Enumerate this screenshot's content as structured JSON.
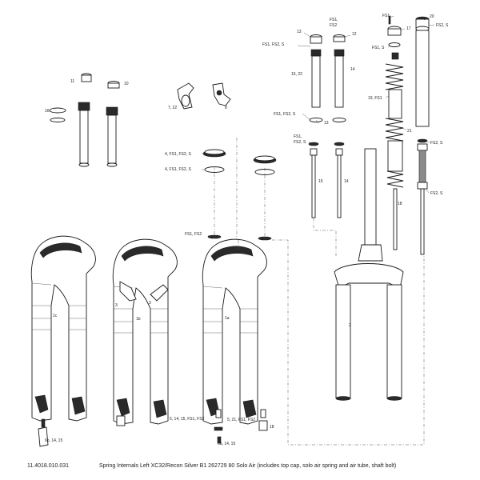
{
  "caption": {
    "part_number": "11.4018.010.031",
    "description": "Spring Internals Left XC32/Recon Silver B1 262729 80 Solo Air (includes top cap, solo air spring and air tube, shaft bolt)"
  },
  "callouts": {
    "c20": "20",
    "fs1_top": "FS1",
    "c17": "17",
    "fs2s_top": "FS2, S",
    "fs1s": "FS1, S",
    "c19fs1": "19, FS1",
    "c21": "21",
    "fs2s_r1": "FS2, S",
    "c18": "18",
    "fs2s_r2": "FS2, S",
    "c13": "13",
    "fs1_a": "FS1,",
    "fs2_a": "FS2",
    "c12": "12",
    "fs1fs2s_a": "FS1, FS2, S",
    "c15_22": "15, 22",
    "c14_a": "14",
    "fs1fs2s_b": "FS1, FS2, S",
    "c13_b": "13",
    "fs1_b": "FS1,",
    "fs2s_b": "FS2, S",
    "c15_b": "15",
    "c14_b": "14",
    "c11": "11",
    "c10": "10",
    "c16": "16",
    "c7_22": "7, 22",
    "c8": "8",
    "s4_a": "4, FS1, FS2, S",
    "s4_b": "4, FS1, FS2, S",
    "fs1fs2_c": "FS1, FS2",
    "c1c": "1c",
    "c1b": "1b",
    "c1a": "1a",
    "c3_a": "3",
    "c3_b": "3",
    "c2": "2",
    "c5_14": "5, 14, 15, FS1, FS2",
    "c5_21": "5, 21, FS1, FS2",
    "c18_b": "18",
    "c6b": "6b, 14, 15",
    "c6a": "6a, 14, 15"
  }
}
